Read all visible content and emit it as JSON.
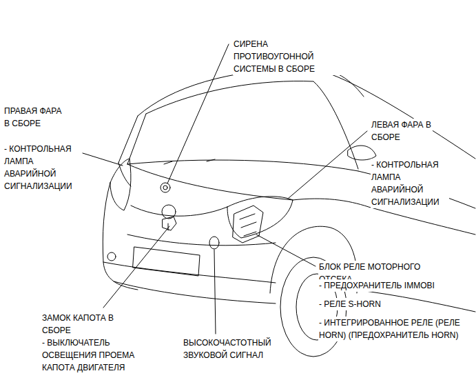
{
  "diagram": {
    "labels": [
      "СИРЕНА ПРОТИВОУГОННОЙ СИСТЕМЫ В СБОРЕ",
      "ПРАВАЯ ФАРА В СБОРЕ",
      "- КОНТРОЛЬНАЯ ЛАМПА АВАРИЙНОЙ СИГНАЛИЗАЦИИ",
      "ЛЕВАЯ ФАРА В СБОРЕ",
      "- КОНТРОЛЬНАЯ ЛАМПА АВАРИЙНОЙ СИГНАЛИЗАЦИИ",
      "БЛОК РЕЛЕ МОТОРНОГО ОТСЕКА",
      "- ПРЕДОХРАНИТЕЛЬ IMMOBI",
      "- РЕЛЕ S-HORN",
      "- ИНТЕГРИРОВАННОЕ РЕЛЕ (РЕЛЕ HORN) (ПРЕДОХРАНИТЕЛЬ HORN)",
      "ЗАМОК КАПОТА В СБОРЕ",
      "- ВЫКЛЮЧАТЕЛЬ ОСВЕЩЕНИЯ ПРОЕМА КАПОТА ДВИГАТЕЛЯ",
      "ВЫСОКОЧАСТОТНЫЙ ЗВУКОВОЙ СИГНАЛ"
    ]
  }
}
